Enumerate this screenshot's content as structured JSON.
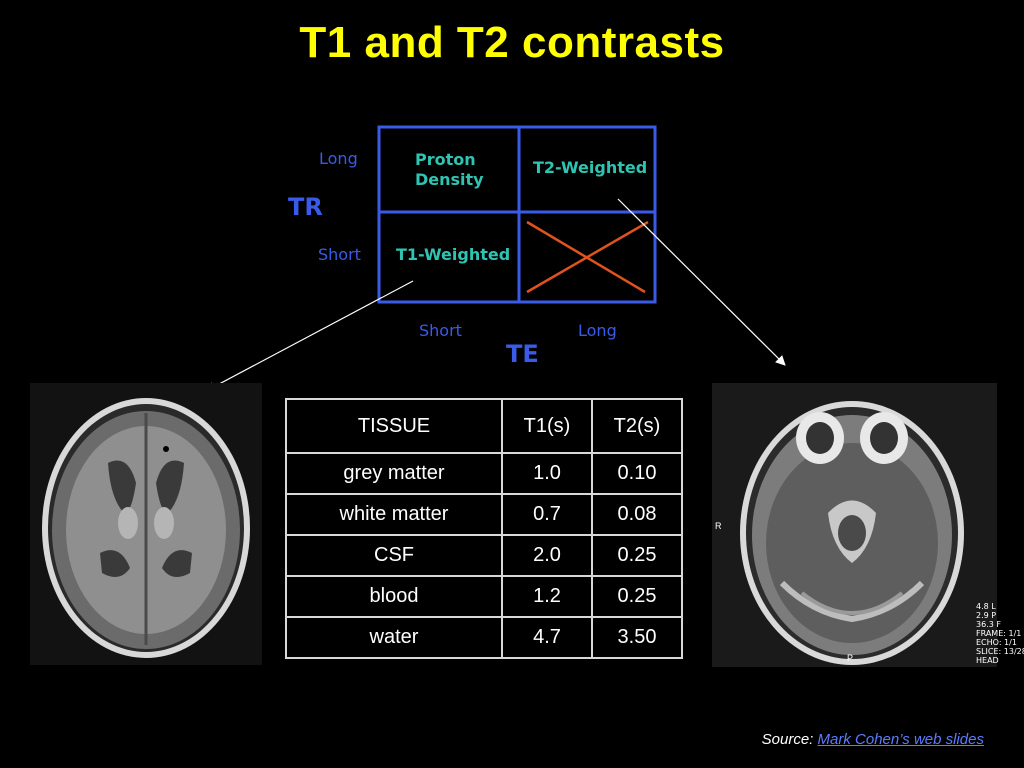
{
  "slide": {
    "title": "T1 and T2 contrasts"
  },
  "diagram": {
    "tr_label": "TR",
    "te_label": "TE",
    "tr_long": "Long",
    "tr_short": "Short",
    "te_short": "Short",
    "te_long": "Long",
    "cells": {
      "proton_density_line1": "Proton",
      "proton_density_line2": "Density",
      "t2_weighted": "T2-Weighted",
      "t1_weighted": "T1-Weighted"
    },
    "colors": {
      "grid": "#3a5be8",
      "cell_text": "#2fc4b2",
      "cross": "#e0531e"
    }
  },
  "table": {
    "headers": [
      "TISSUE",
      "T1(s)",
      "T2(s)"
    ],
    "rows": [
      [
        "grey matter",
        "1.0",
        "0.10"
      ],
      [
        "white matter",
        "0.7",
        "0.08"
      ],
      [
        "CSF",
        "2.0",
        "0.25"
      ],
      [
        "blood",
        "1.2",
        "0.25"
      ],
      [
        "water",
        "4.7",
        "3.50"
      ]
    ]
  },
  "images": {
    "t1_scan": "t1-weighted-brain-mri",
    "t2_scan": "t2-weighted-brain-mri",
    "t2_side_label_r": "R",
    "t2_bottom_label_p": "P",
    "t2_readout": [
      "4.8 L",
      "2.9 P",
      "36.3 F",
      "FRAME: 1/1",
      "ECHO: 1/1",
      "SLICE: 13/28",
      "HEAD"
    ]
  },
  "source": {
    "prefix": "Source: ",
    "link_text": "Mark Cohen’s web slides"
  }
}
